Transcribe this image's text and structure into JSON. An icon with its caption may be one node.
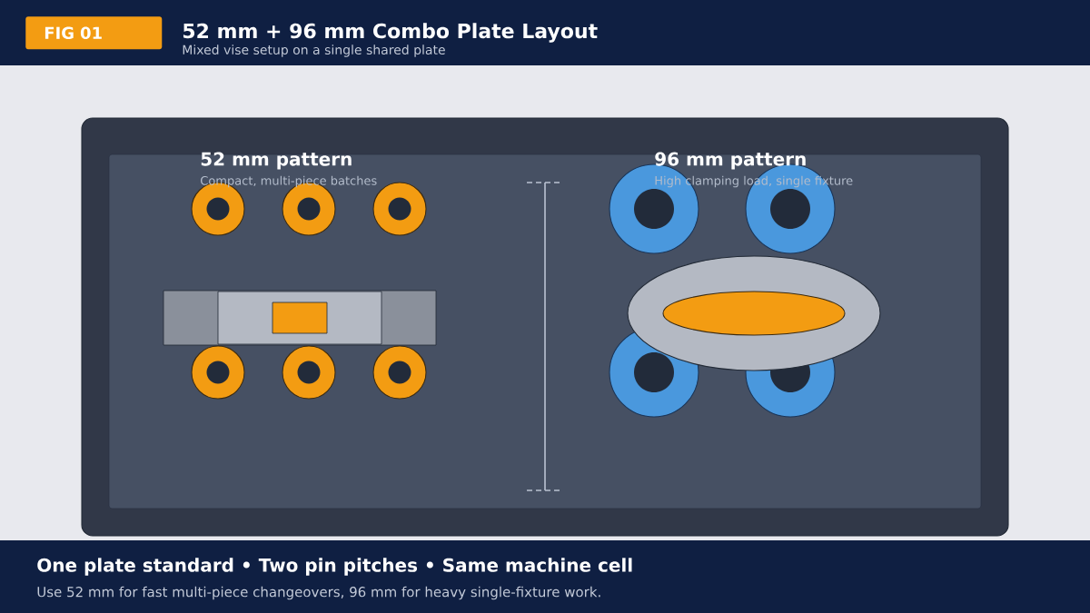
{
  "diagram": {
    "title": "52 mm + 96 mm Combo Plate Layout",
    "nodes": [
      {
        "text": [
          "FIG 01"
        ]
      }
    ],
    "labels": [
      "Mixed vise setup on a single shared plate",
      "52 mm pattern",
      "Compact, multi-piece batches",
      "96 mm pattern",
      "High clamping load, single fixture",
      "One plate standard • Two pin pitches • Same machine cell",
      "Use 52 mm for fast multi-piece changeovers, 96 mm for heavy single-fixture work."
    ]
  }
}
